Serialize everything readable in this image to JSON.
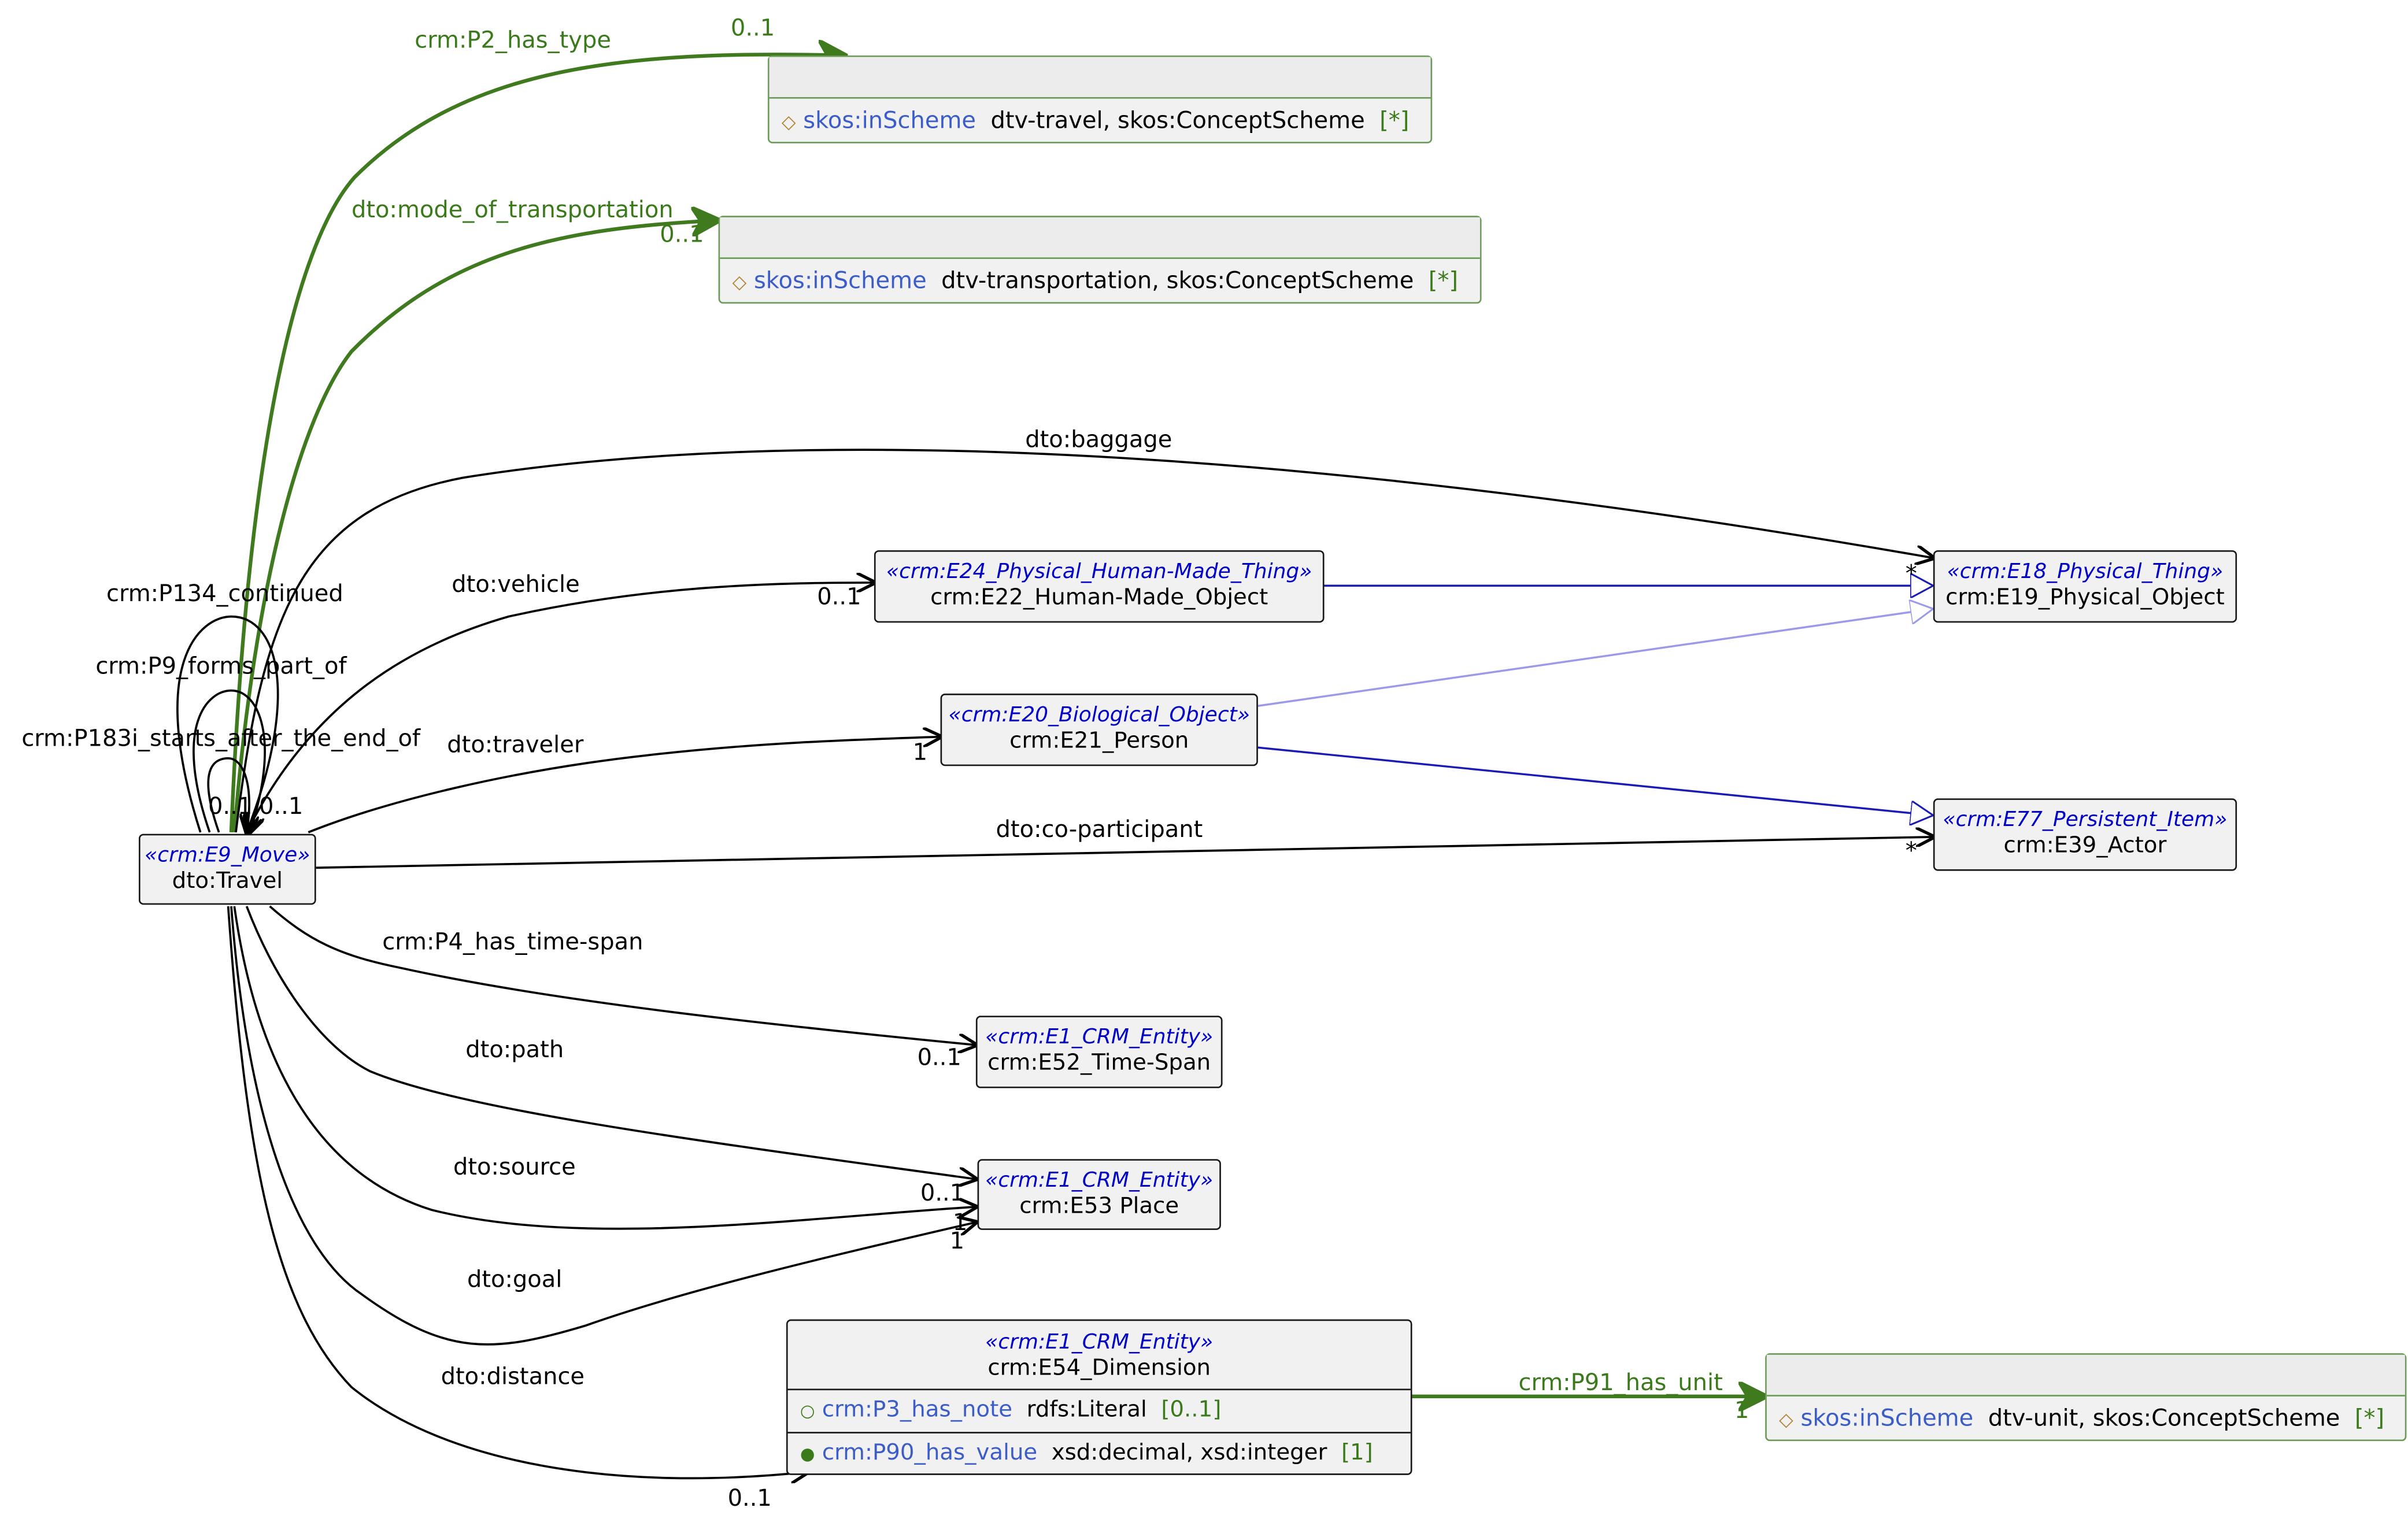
{
  "classes": {
    "travel": {
      "stereotype": "«crm:E9_Move»",
      "name": "dto:Travel"
    },
    "human_made_object": {
      "stereotype": "«crm:E24_Physical_Human-Made_Thing»",
      "name": "crm:E22_Human-Made_Object"
    },
    "physical_object": {
      "stereotype": "«crm:E18_Physical_Thing»",
      "name": "crm:E19_Physical_Object"
    },
    "person": {
      "stereotype": "«crm:E20_Biological_Object»",
      "name": "crm:E21_Person"
    },
    "actor": {
      "stereotype": "«crm:E77_Persistent_Item»",
      "name": "crm:E39_Actor"
    },
    "time_span": {
      "stereotype": "«crm:E1_CRM_Entity»",
      "name": "crm:E52_Time-Span"
    },
    "place": {
      "stereotype": "«crm:E1_CRM_Entity»",
      "name": "crm:E53 Place"
    },
    "dimension": {
      "stereotype": "«crm:E1_CRM_Entity»",
      "name": "crm:E54_Dimension",
      "attributes": [
        {
          "marker": "○",
          "property": "crm:P3_has_note",
          "type": "rdfs:Literal",
          "mult": "[0..1]"
        },
        {
          "marker": "●",
          "property": "crm:P90_has_value",
          "type": "xsd:decimal, xsd:integer",
          "mult": "[1]"
        }
      ]
    }
  },
  "schemes": {
    "travel_type": {
      "marker": "◇",
      "property": "skos:inScheme",
      "value": "dtv-travel, skos:ConceptScheme",
      "mult": "[*]"
    },
    "transportation": {
      "marker": "◇",
      "property": "skos:inScheme",
      "value": "dtv-transportation, skos:ConceptScheme",
      "mult": "[*]"
    },
    "unit": {
      "marker": "◇",
      "property": "skos:inScheme",
      "value": "dtv-unit, skos:ConceptScheme",
      "mult": "[*]"
    }
  },
  "edges": {
    "p2_has_type": {
      "label": "crm:P2_has_type",
      "mult": "0..1"
    },
    "mode_of_transportation": {
      "label": "dto:mode_of_transportation",
      "mult": "0..1"
    },
    "baggage": {
      "label": "dto:baggage",
      "mult": "*"
    },
    "vehicle": {
      "label": "dto:vehicle",
      "mult": "0..1"
    },
    "traveler": {
      "label": "dto:traveler",
      "mult": "1"
    },
    "co_participant": {
      "label": "dto:co-participant",
      "mult": "*"
    },
    "time_span": {
      "label": "crm:P4_has_time-span",
      "mult": "0..1"
    },
    "path": {
      "label": "dto:path",
      "mult": "0..1"
    },
    "source": {
      "label": "dto:source",
      "mult": "1"
    },
    "goal": {
      "label": "dto:goal",
      "mult": "1"
    },
    "distance": {
      "label": "dto:distance",
      "mult": "0..1"
    },
    "has_unit": {
      "label": "crm:P91_has_unit",
      "mult": "1"
    },
    "p134": {
      "label": "crm:P134_continued"
    },
    "p9": {
      "label": "crm:P9_forms_part_of"
    },
    "p183i": {
      "label": "crm:P183i_starts_after_the_end_of"
    },
    "self_mult_a": "0..1",
    "self_mult_b": "0..1"
  },
  "colors": {
    "association": "#000000",
    "generalization": "#1a1ab4",
    "generalization_light": "#9a9ae8",
    "scheme_edge": "#3f7a1f"
  }
}
